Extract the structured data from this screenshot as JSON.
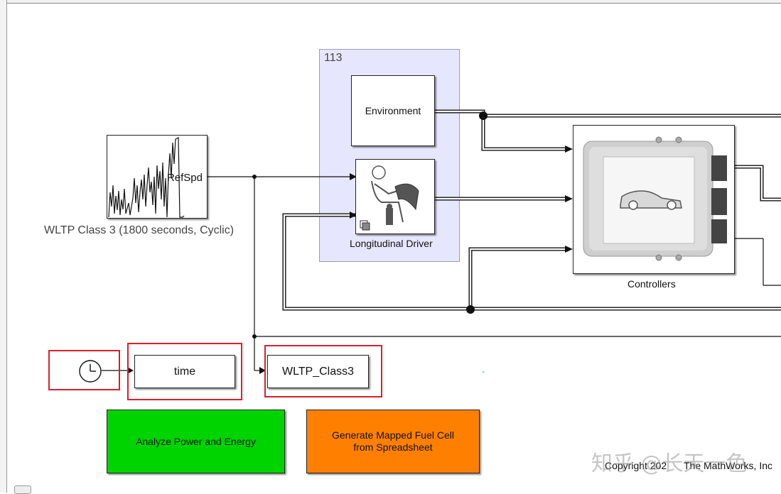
{
  "area": {
    "label": "113"
  },
  "blocks": {
    "environment": "Environment",
    "driver": "Longitudinal Driver",
    "controllers": "Controllers",
    "source_port": "RefSpd",
    "source_name": "WLTP Class 3 (1800  seconds, Cyclic)",
    "time_block": "time",
    "wltp_block": "WLTP_Class3",
    "analyze_button": "Analyze Power and Energy",
    "generate_button_line1": "Generate Mapped Fuel Cell",
    "generate_button_line2": "from Spreadsheet"
  },
  "footer": {
    "copyright": "Copyright 202",
    "copyright_tail": "The MathWorks, Inc",
    "watermark": "知乎 @长天一色"
  },
  "colors": {
    "area_fill": "#e6e6ff",
    "area_border": "#9a9ac8",
    "highlight": "#d9202a",
    "analyze_green": "#00d400",
    "generate_orange": "#ff8000"
  },
  "icons": [
    "clock-icon",
    "driver-icon",
    "car-ecu-icon",
    "signal-plot-icon"
  ]
}
